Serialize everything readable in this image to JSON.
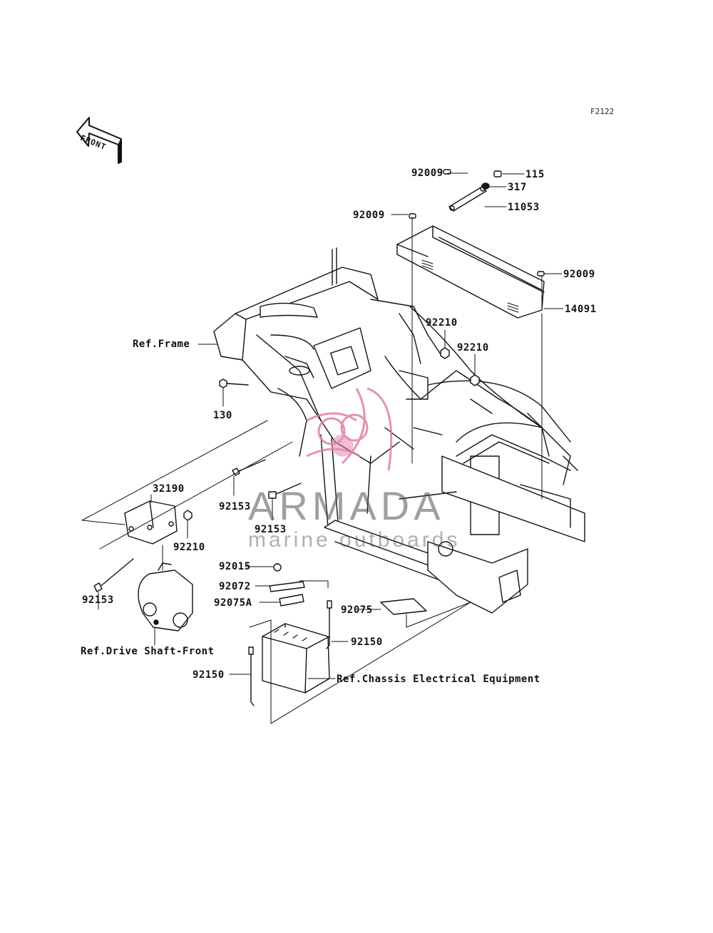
{
  "figure_code": "F2122",
  "front_arrow": {
    "label": "FRONT",
    "icon": "front-direction-arrow-icon"
  },
  "callouts": [
    {
      "id": "c92009a",
      "text": "92009"
    },
    {
      "id": "c115",
      "text": "115"
    },
    {
      "id": "c317",
      "text": "317"
    },
    {
      "id": "c92009b",
      "text": "92009"
    },
    {
      "id": "c11053",
      "text": "11053"
    },
    {
      "id": "c92009c",
      "text": "92009"
    },
    {
      "id": "c14091",
      "text": "14091"
    },
    {
      "id": "c92210a",
      "text": "92210"
    },
    {
      "id": "c92210b",
      "text": "92210"
    },
    {
      "id": "cref_frame",
      "text": "Ref.Frame"
    },
    {
      "id": "c130",
      "text": "130"
    },
    {
      "id": "c32190",
      "text": "32190"
    },
    {
      "id": "c92153a",
      "text": "92153"
    },
    {
      "id": "c92153b",
      "text": "92153"
    },
    {
      "id": "c92210c",
      "text": "92210"
    },
    {
      "id": "c92153c",
      "text": "92153"
    },
    {
      "id": "c92015",
      "text": "92015"
    },
    {
      "id": "c92072",
      "text": "92072"
    },
    {
      "id": "c92075A",
      "text": "92075A"
    },
    {
      "id": "c92075",
      "text": "92075"
    },
    {
      "id": "c92150a",
      "text": "92150"
    },
    {
      "id": "cref_drive",
      "text": "Ref.Drive Shaft-Front"
    },
    {
      "id": "c92150b",
      "text": "92150"
    },
    {
      "id": "cref_chassis",
      "text": "Ref.Chassis Electrical Equipment"
    }
  ],
  "watermark": {
    "brand": "ARMADA",
    "tagline": "marine outboards",
    "logo_color": "#e07fa8",
    "text_color": "#555555"
  }
}
